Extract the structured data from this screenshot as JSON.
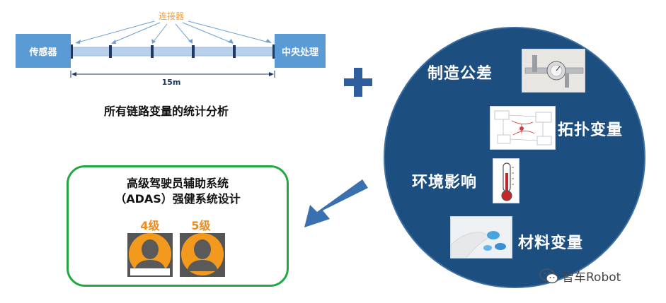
{
  "cable": {
    "sensor_label": "传感器",
    "processor_label": "中央处理",
    "connector_label": "连接器",
    "length_label": "15m"
  },
  "analysis": {
    "text": "所有链路变量的统计分析"
  },
  "adas": {
    "line1": "高级驾驶员辅助系统",
    "line2": "（ADAS）强健系统设计",
    "level4": "4级",
    "level5": "5级"
  },
  "factors": {
    "f1": "制造公差",
    "f2": "拓扑变量",
    "f3": "环境影响",
    "f4": "材料变量"
  },
  "icons": {
    "plus": "plus-icon",
    "arrow": "arrow-icon",
    "person": "person-icon",
    "caliper": "caliper-photo",
    "schematic": "schematic-photo",
    "thermometer": "thermometer-icon",
    "material": "material-photo",
    "wechat": "wechat-icon"
  },
  "watermark": {
    "text": "智车Robot"
  },
  "colors": {
    "box_blue": "#5b9bd5",
    "circle_navy": "#1c4e80",
    "green_border": "#22a843",
    "orange": "#ed8b1c",
    "plus_blue": "#2e5e9e",
    "arrow_blue": "#3a6fb0"
  }
}
